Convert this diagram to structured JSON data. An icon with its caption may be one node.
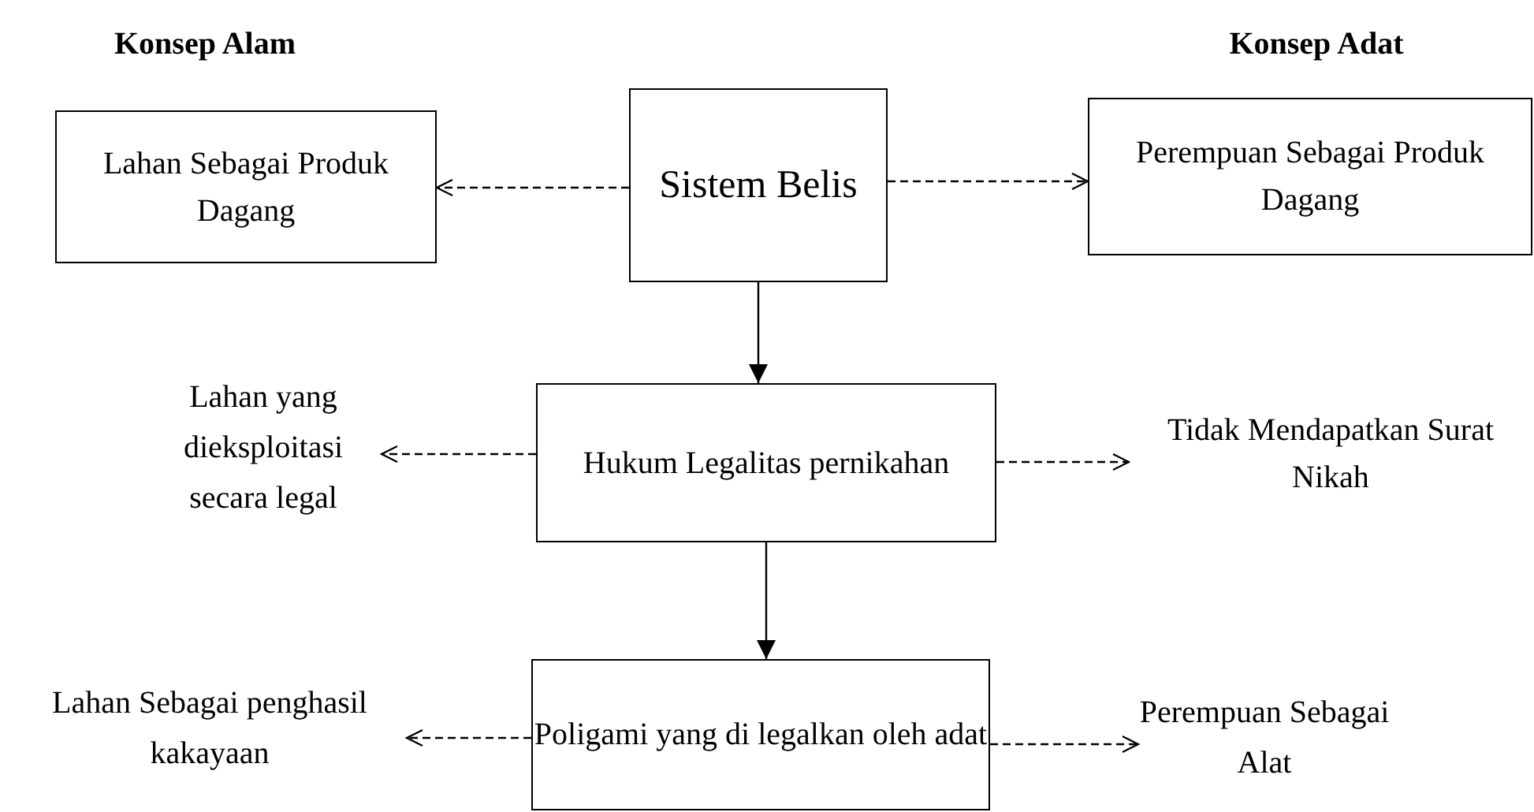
{
  "diagram": {
    "nodes": [
      {
        "text": [
          "Sistem Belis"
        ]
      },
      {
        "text": [
          "Lahan Sebagai Produk Dagang"
        ]
      },
      {
        "text": [
          "Perempuan Sebagai Produk Dagang"
        ]
      },
      {
        "text": [
          "Hukum Legalitas pernikahan"
        ]
      },
      {
        "text": [
          "Poligami yang di legalkan oleh adat"
        ]
      },
      {
        "text": [
          "Lahan yang dieksploitasi secara legal"
        ]
      },
      {
        "text": [
          "Tidak Mendapatkan Surat Nikah"
        ]
      },
      {
        "text": [
          "Lahan Sebagai penghasil kakayaan"
        ]
      },
      {
        "text": [
          "Perempuan Sebagai Alat"
        ]
      }
    ],
    "edges": [
      {
        "from": 0,
        "to": 1,
        "arrow": "to",
        "style": "dashed"
      },
      {
        "from": 0,
        "to": 2,
        "arrow": "to",
        "style": "dashed"
      },
      {
        "from": 0,
        "to": 3,
        "arrow": "to"
      },
      {
        "from": 3,
        "to": 5,
        "arrow": "to",
        "style": "dashed"
      },
      {
        "from": 3,
        "to": 6,
        "arrow": "to",
        "style": "dashed"
      },
      {
        "from": 3,
        "to": 4,
        "arrow": "to"
      },
      {
        "from": 4,
        "to": 7,
        "arrow": "to",
        "style": "dashed"
      },
      {
        "from": 4,
        "to": 8,
        "arrow": "to",
        "style": "dashed"
      }
    ],
    "labels": [
      "Konsep Alam",
      "Konsep Adat"
    ]
  }
}
